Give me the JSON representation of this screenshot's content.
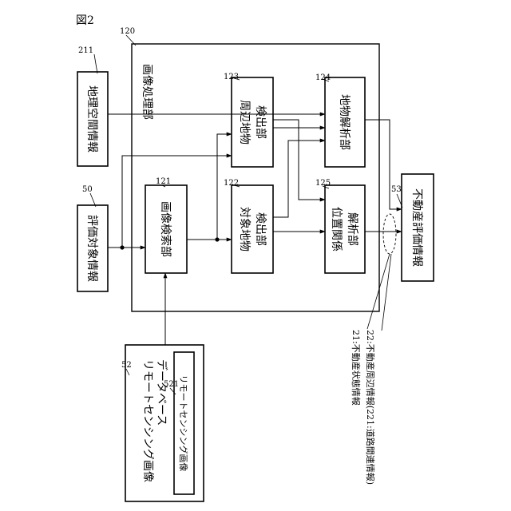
{
  "figure_label": "図2",
  "refs": {
    "processing": "120",
    "geo": "211",
    "eval_target": "50",
    "search": "121",
    "target_detect": "122",
    "surround_detect": "123",
    "feature_analysis": "124",
    "position_analysis": "125",
    "realestate_eval": "53",
    "database": "52",
    "remote_image": "521"
  },
  "blocks": {
    "processing": "画像処理部",
    "geo": "地理空間情報",
    "eval_target": "評価対象情報",
    "search": "画像検索部",
    "target_detect": [
      "対象地物",
      "検出部"
    ],
    "surround_detect": [
      "周辺地物",
      "検出部"
    ],
    "feature_analysis": "地物解析部",
    "position_analysis": [
      "位置関係",
      "解析部"
    ],
    "realestate_eval": "不動産評価情報",
    "database": [
      "リモートセンシング画像",
      "データベース"
    ],
    "remote_image": "リモートセンシング画像"
  },
  "legend": [
    "21:不動産状態情報",
    "22:不動産周辺情報(221:道路間連情報)"
  ]
}
